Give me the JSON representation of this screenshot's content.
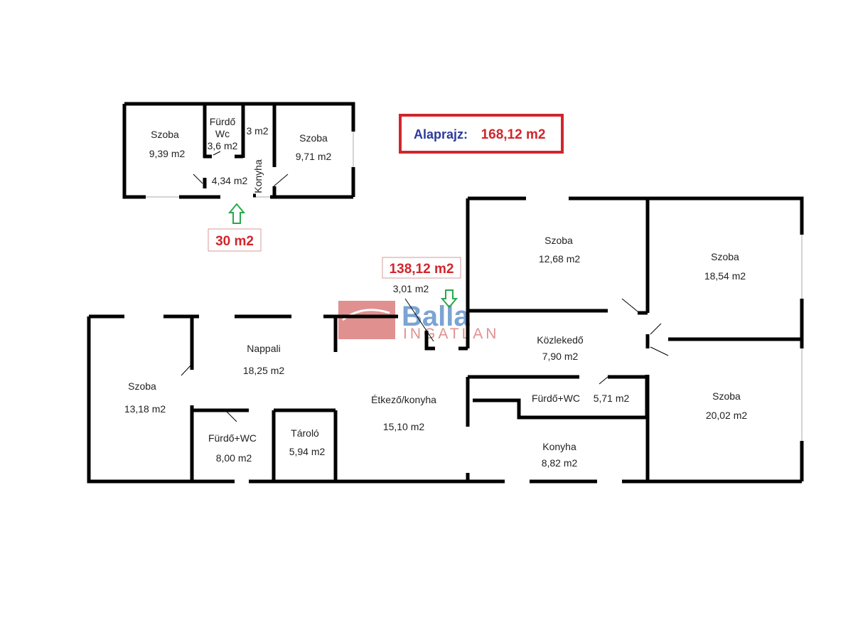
{
  "title": {
    "label": "Alaprajz:",
    "value": "168,12 m2"
  },
  "small_house": {
    "total": "30 m2",
    "rooms": [
      {
        "name": "Szoba",
        "area": "9,39 m2"
      },
      {
        "name": "Fürdő",
        "name2": "Wc",
        "area": "3,6 m2"
      },
      {
        "name": "Konyha",
        "area": "3 m2"
      },
      {
        "name": "Szoba",
        "area": "9,71 m2"
      },
      {
        "area": "4,34 m2"
      }
    ]
  },
  "main_house": {
    "total": "138,12 m2",
    "rooms": [
      {
        "area": "3,01 m2"
      },
      {
        "name": "Szoba",
        "area": "12,68 m2"
      },
      {
        "name": "Szoba",
        "area": "18,54 m2"
      },
      {
        "name": "Nappali",
        "area": "18,25 m2"
      },
      {
        "name": "Közlekedő",
        "area": "7,90 m2"
      },
      {
        "name": "Szoba",
        "area": "13,18 m2"
      },
      {
        "name": "Fürdő+WC",
        "area": "5,71 m2"
      },
      {
        "name": "Étkező/konyha",
        "area": "15,10 m2"
      },
      {
        "name": "Szoba",
        "area": "20,02 m2"
      },
      {
        "name": "Fürdő+WC",
        "area": "8,00 m2"
      },
      {
        "name": "Tároló",
        "area": "5,94 m2"
      },
      {
        "name": "Konyha",
        "area": "8,82 m2"
      }
    ]
  },
  "watermark": {
    "brand": "Balla",
    "sub": "INGATLAN"
  },
  "colors": {
    "wall": "#000000",
    "total": "#d0262c",
    "title": "#2b3a9a",
    "arrow": "#2aa84a"
  }
}
